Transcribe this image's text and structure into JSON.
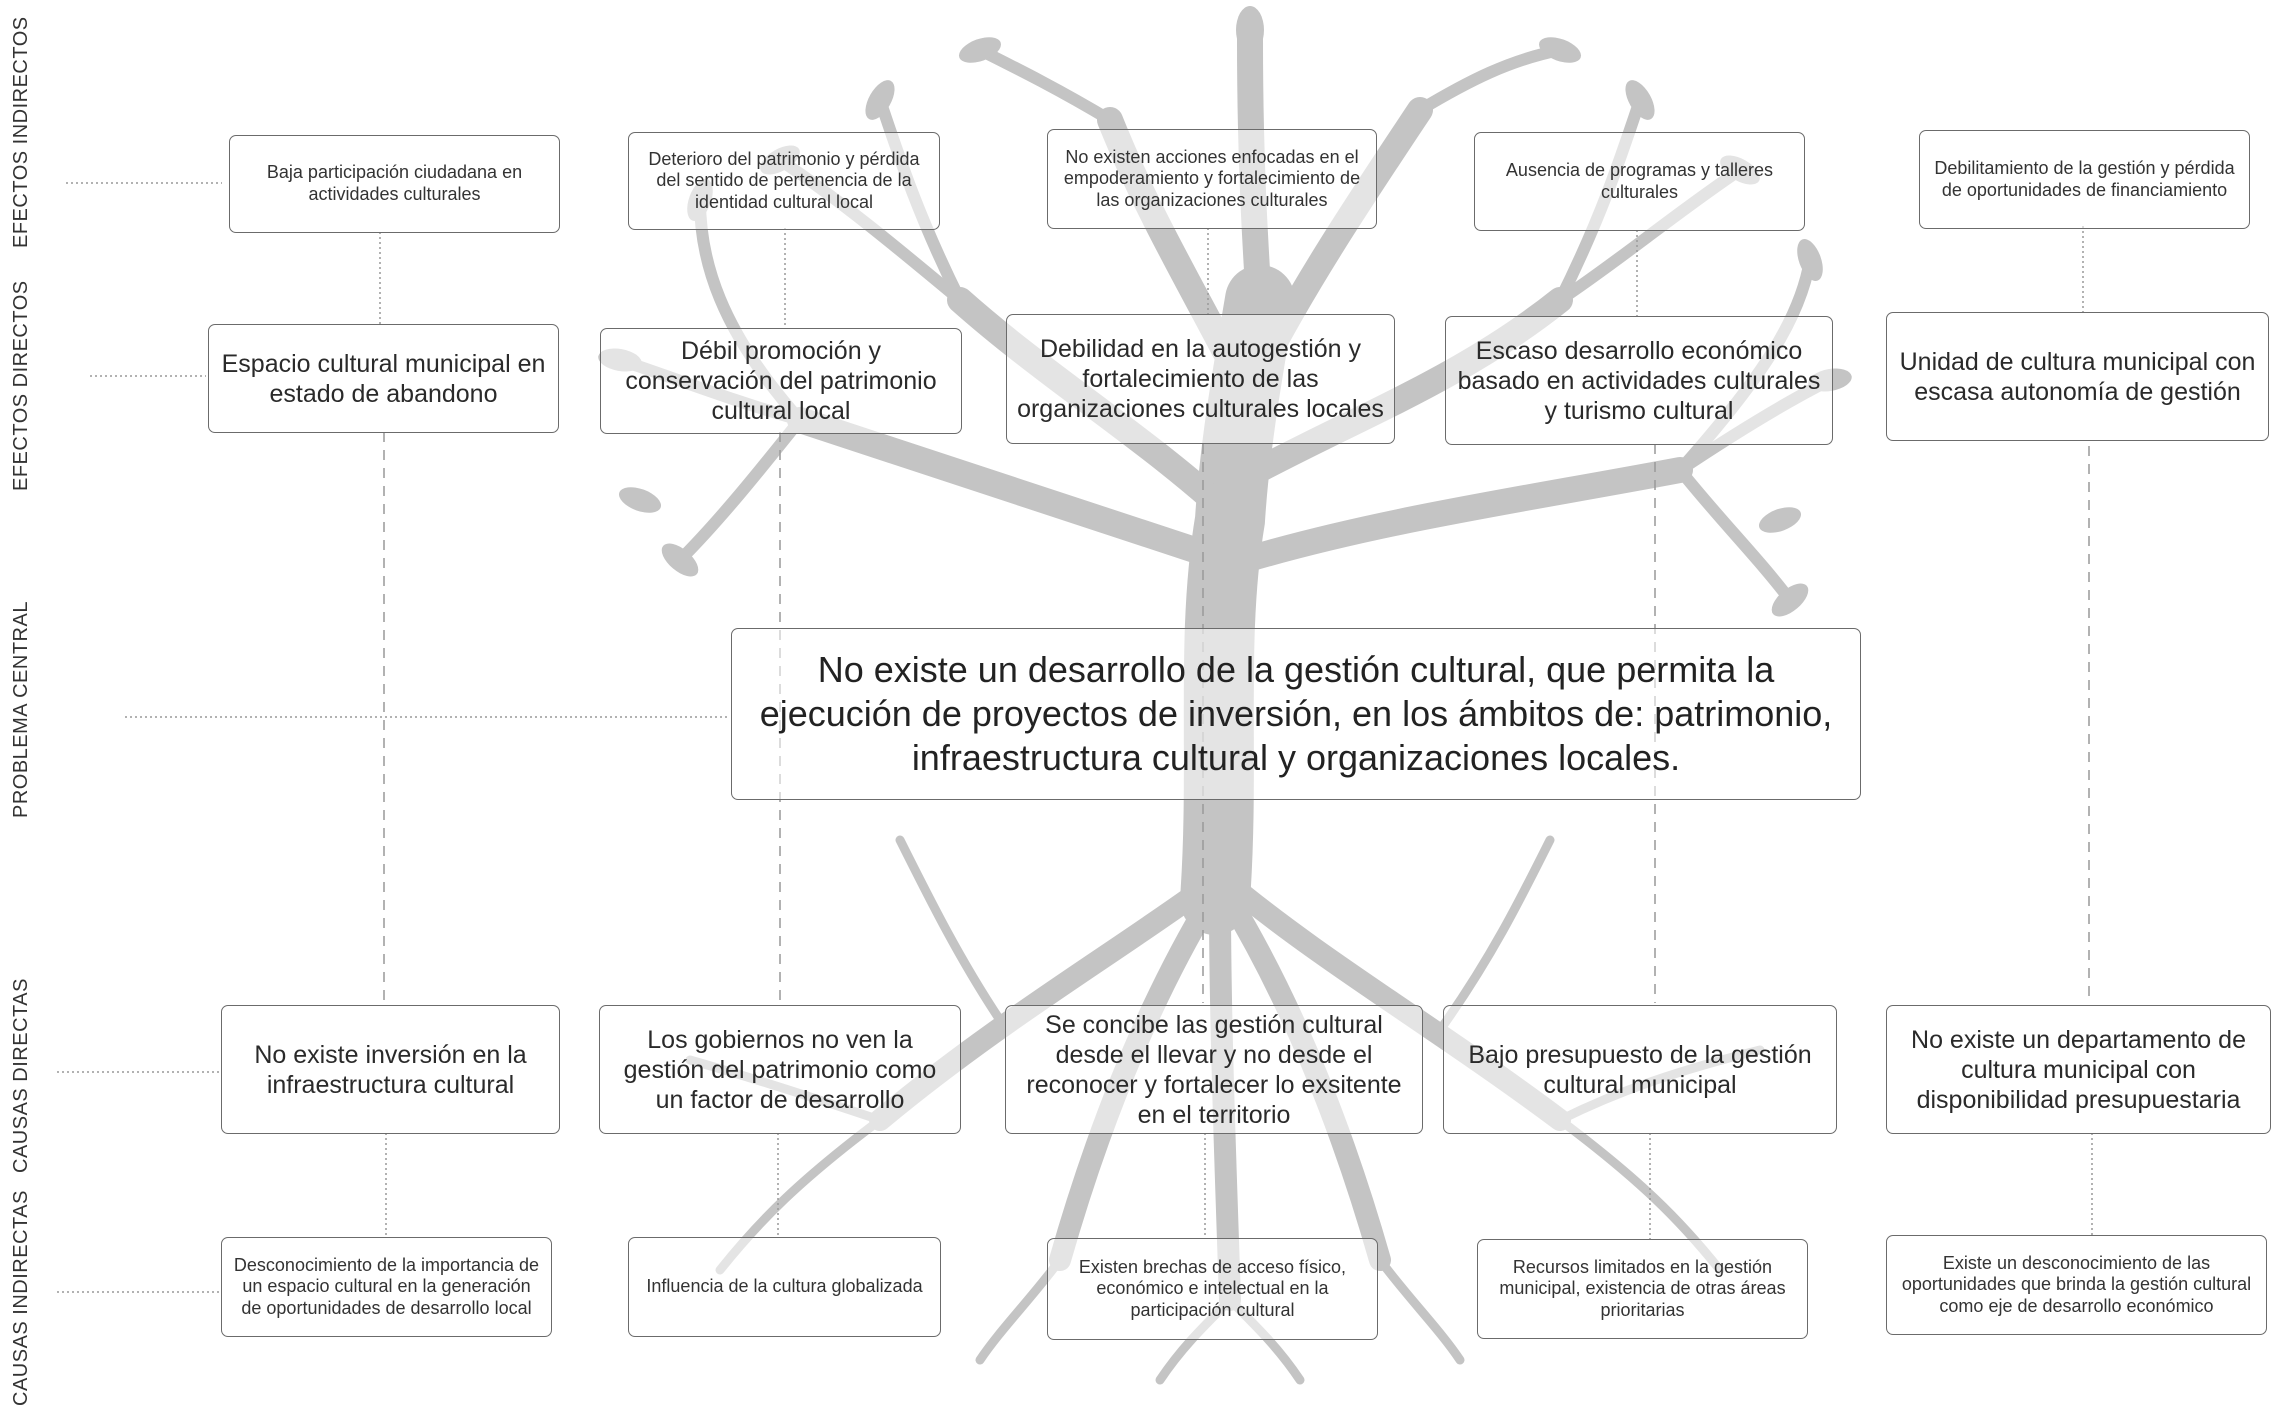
{
  "row_labels": {
    "indirect_effects": "EFECTOS INDIRECTOS",
    "direct_effects": "EFECTOS DIRECTOS",
    "central_problem": "PROBLEMA CENTRAL",
    "direct_causes": "CAUSAS DIRECTAS",
    "indirect_causes": "CAUSAS INDIRECTAS"
  },
  "indirect_effects": [
    "Baja participación ciudadana en actividades culturales",
    "Deterioro del patrimonio y pérdida del sentido de pertenencia de la identidad cultural local",
    "No existen acciones enfocadas en el empoderamiento y fortalecimiento de las organizaciones culturales",
    "Ausencia de programas y talleres culturales",
    "Debilitamiento de la gestión y pérdida de oportunidades de financiamiento"
  ],
  "direct_effects": [
    "Espacio cultural municipal en estado de abandono",
    "Débil promoción y conservación del patrimonio cultural local",
    "Debilidad en la autogestión y fortalecimiento de las organizaciones culturales locales",
    "Escaso desarrollo económico basado en actividades culturales y turismo cultural",
    "Unidad de cultura municipal con escasa autonomía de gestión"
  ],
  "central_problem": "No existe un desarrollo de la gestión cultural, que permita la ejecución de proyectos de inversión, en los ámbitos de: patrimonio, infraestructura cultural y organizaciones locales.",
  "direct_causes": [
    "No existe inversión en la infraestructura cultural",
    "Los gobiernos no ven la gestión del patrimonio como un factor de desarrollo",
    "Se concibe las gestión cultural desde el llevar y no desde el reconocer y fortalecer lo exsitente en el territorio",
    "Bajo presupuesto de la gestión cultural municipal",
    "No existe un departamento de cultura municipal con disponibilidad presupuestaria"
  ],
  "indirect_causes": [
    "Desconocimiento de la importancia de un espacio cultural en la generación de oportunidades de desarrollo local",
    "Influencia de la cultura globalizada",
    "Existen brechas de acceso físico, económico e intelectual en la participación cultural",
    "Recursos limitados en la gestión municipal, existencia de otras áreas prioritarias",
    "Existe un desconocimiento de las oportunidades que brinda la gestión cultural como eje de desarrollo económico"
  ],
  "colors": {
    "tree": "#c4c4c4",
    "border": "#6b6b6b",
    "connector": "#999999"
  }
}
